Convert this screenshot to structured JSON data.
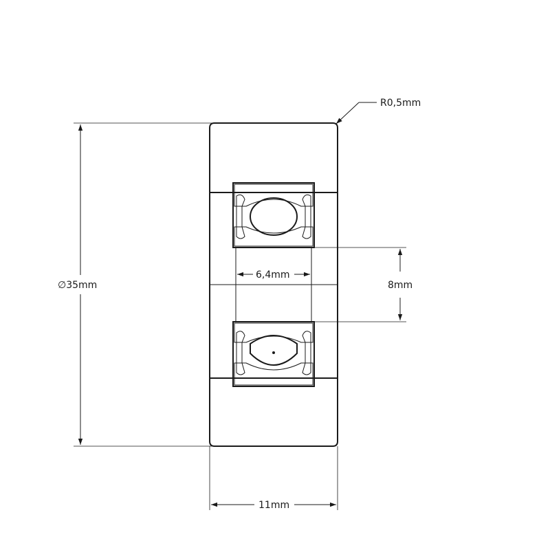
{
  "drawing": {
    "subject": "bearing roller cross-section",
    "line_color": "#1a1a1a",
    "background": "#ffffff",
    "dimensions": {
      "radius_label": "R0,5mm",
      "outer_diameter_label": "∅35mm",
      "width_label": "11mm",
      "bearing_width_label": "6,4mm",
      "bore_label": "8mm"
    }
  }
}
